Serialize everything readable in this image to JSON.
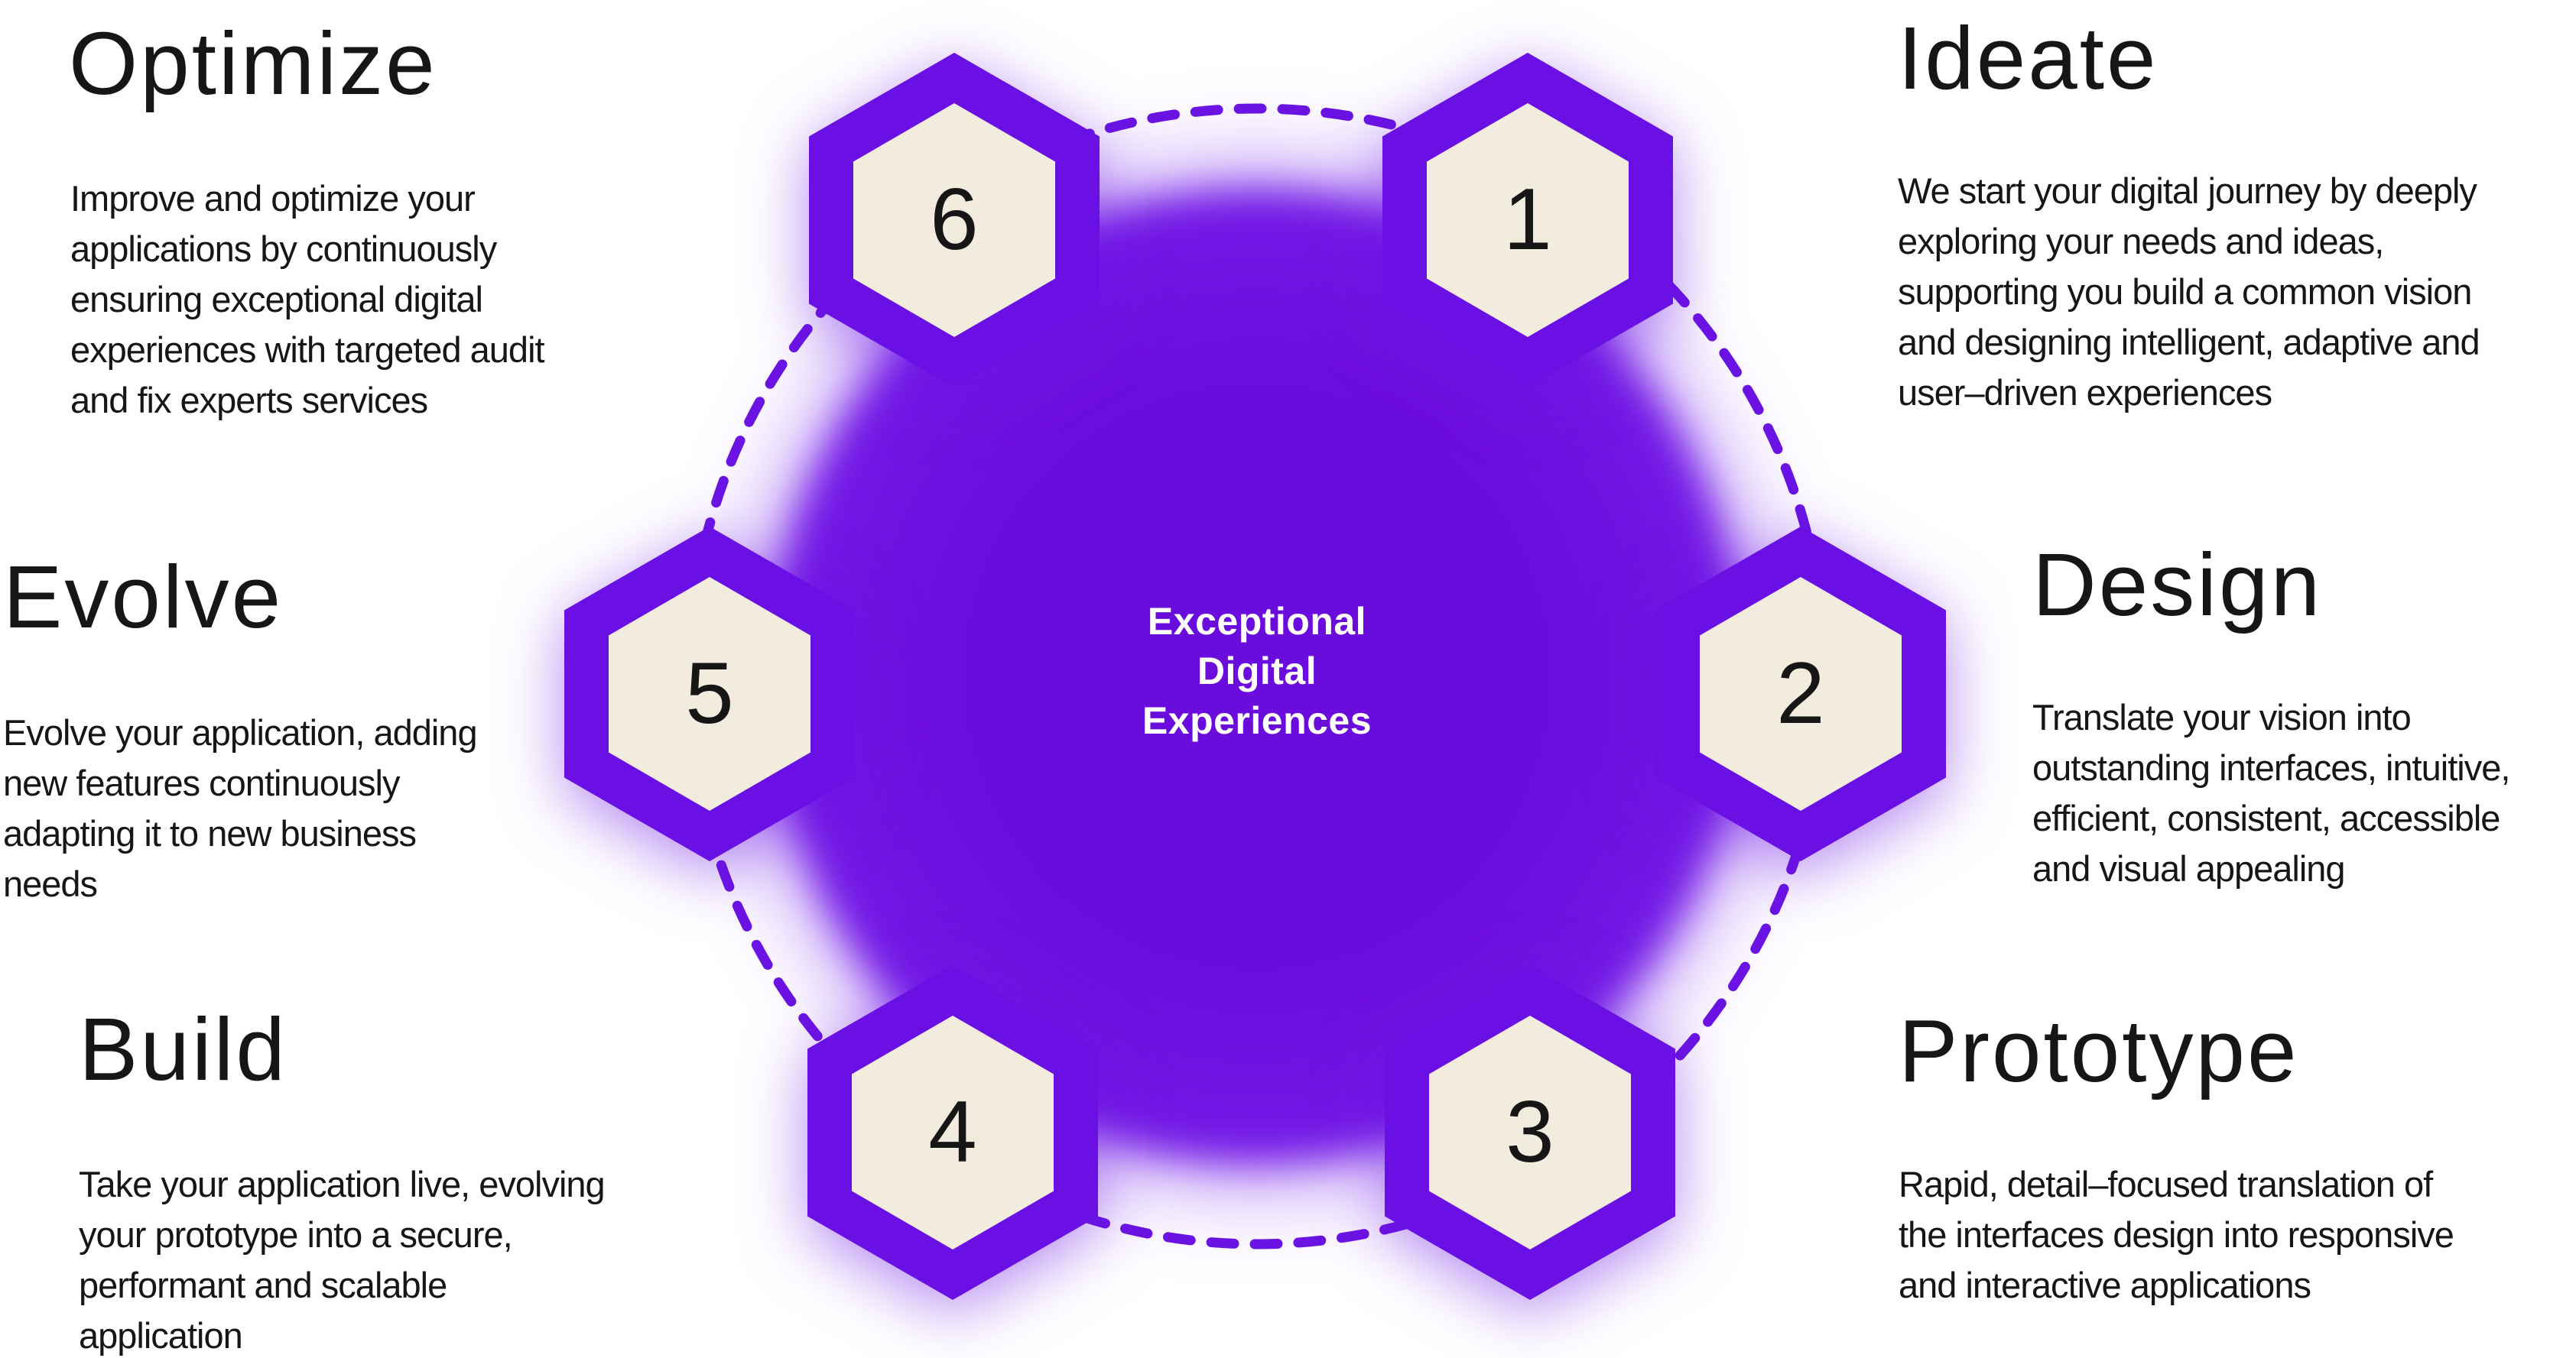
{
  "colors": {
    "background": "#ffffff",
    "accent": "#6a10e4",
    "dash": "#6a13e3",
    "hex_inner": "#f2ecdf",
    "text_dark": "#161616",
    "center_text": "#ffffff",
    "circle_core": "#6a0cdc",
    "circle_mid": "#7318e6",
    "circle_edge": "#8a3ff2"
  },
  "center": {
    "text": "Exceptional\nDigital\nExperiences"
  },
  "steps": [
    {
      "num": "1",
      "title": "Ideate",
      "desc": "We start your digital journey by deeply\nexploring your needs and ideas,\nsupporting you build a common vision\nand designing intelligent, adaptive and\nuser–driven experiences"
    },
    {
      "num": "2",
      "title": "Design",
      "desc": "Translate your vision into\noutstanding interfaces, intuitive,\nefficient, consistent, accessible\nand visual appealing"
    },
    {
      "num": "3",
      "title": "Prototype",
      "desc": "Rapid, detail–focused translation of\nthe interfaces design into responsive\nand interactive applications"
    },
    {
      "num": "4",
      "title": "Build",
      "desc": "Take your application live, evolving\nyour prototype into a secure,\nperformant and scalable\napplication"
    },
    {
      "num": "5",
      "title": "Evolve",
      "desc": "Evolve your application, adding\nnew features continuously\nadapting it to new business\nneeds"
    },
    {
      "num": "6",
      "title": "Optimize",
      "desc": "Improve and optimize your\napplications by continuously\nensuring exceptional digital\nexperiences with targeted audit\nand fix experts services"
    }
  ]
}
